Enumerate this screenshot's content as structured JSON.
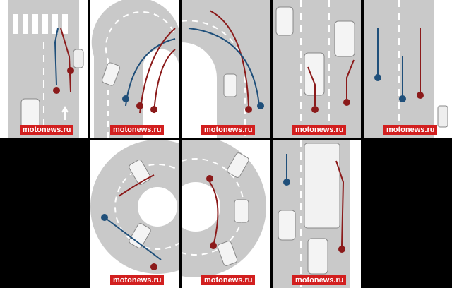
{
  "watermarks": {
    "p1": "motonews.ru",
    "p2": "motonews.ru",
    "p3": "motonews.ru",
    "p4": "motonews.ru",
    "p5": "motonews.ru",
    "p6": "motonews.ru",
    "p7": "motonews.ru",
    "p8": "motonews.ru"
  },
  "colors": {
    "road": "#c9c9c9",
    "lane_marking": "#ffffff",
    "danger_path": "#8b1a1a",
    "safe_path": "#1f4f7a",
    "background": "#000000"
  }
}
